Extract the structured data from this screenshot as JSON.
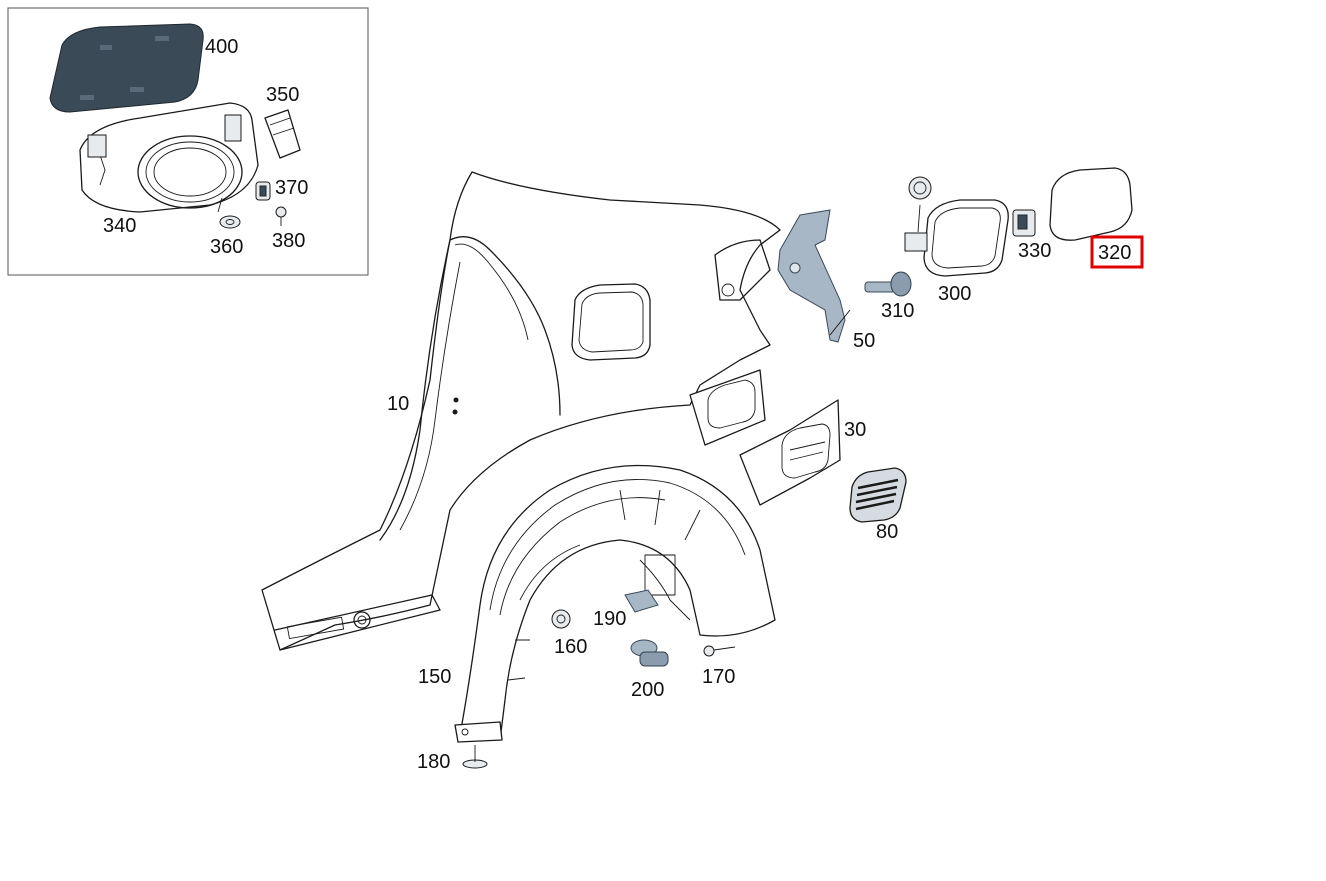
{
  "highlight_color": "#e00000",
  "highlighted_part": "320",
  "inset": {
    "labels": [
      "400",
      "350",
      "370",
      "340",
      "360",
      "380"
    ]
  },
  "labels": {
    "p10": "10",
    "p30": "30",
    "p50": "50",
    "p80": "80",
    "p150": "150",
    "p160": "160",
    "p170": "170",
    "p180": "180",
    "p190": "190",
    "p200": "200",
    "p300": "300",
    "p310": "310",
    "p320": "320",
    "p330": "330",
    "p340": "340",
    "p350": "350",
    "p360": "360",
    "p370": "370",
    "p380": "380",
    "p400": "400"
  }
}
